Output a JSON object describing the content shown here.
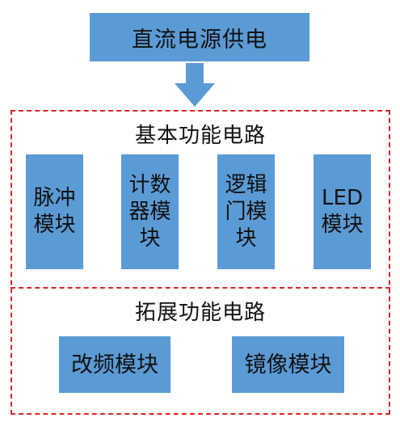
{
  "colors": {
    "box_fill": "#5b9bd5",
    "dashed_border": "#d9252a",
    "text": "#111111"
  },
  "power": {
    "label": "直流电源供电"
  },
  "basic": {
    "title": "基本功能电路",
    "modules": [
      {
        "label": "脉冲模块"
      },
      {
        "label": "计数器模块"
      },
      {
        "label": "逻辑门模块"
      },
      {
        "label": "LED模块"
      }
    ]
  },
  "extended": {
    "title": "拓展功能电路",
    "modules": [
      {
        "label": "改频模块"
      },
      {
        "label": "镜像模块"
      }
    ]
  },
  "arrow": {
    "icon": "down-arrow-icon"
  }
}
